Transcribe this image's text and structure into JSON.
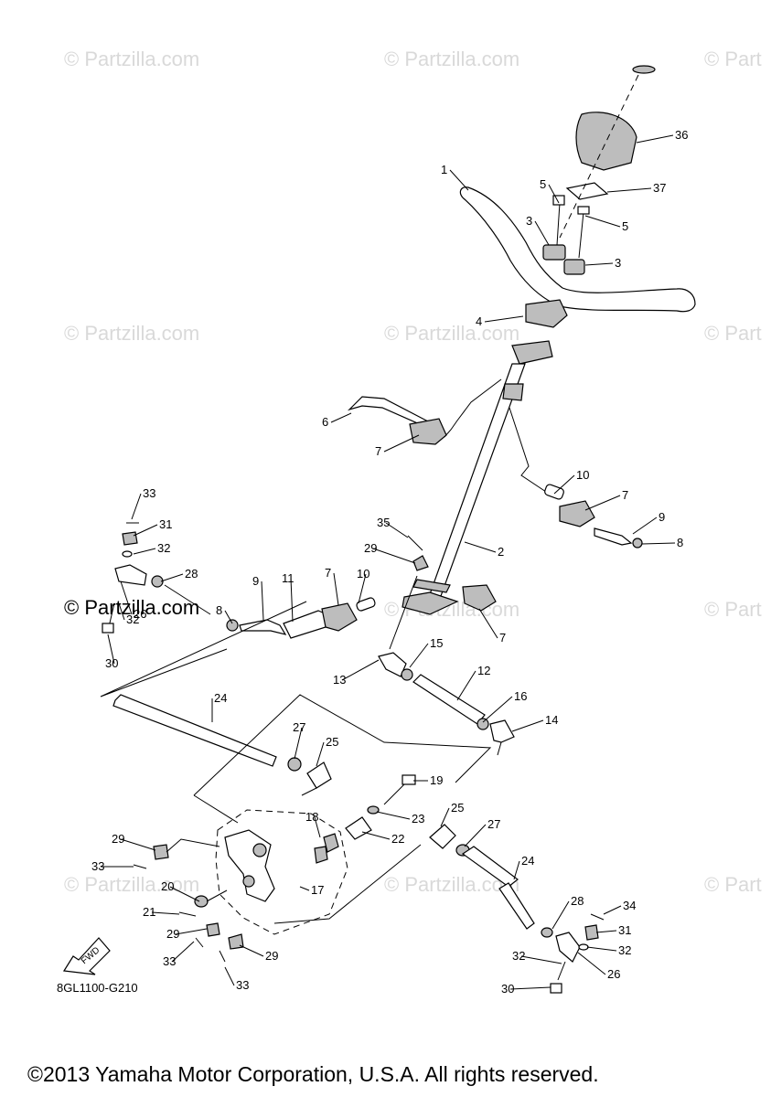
{
  "watermarks": {
    "text": "© Partzilla.com",
    "text_partial": "© Part"
  },
  "diagram_code": "8GL1100-G210",
  "fwd_label": "FWD",
  "copyright": "©2013 Yamaha Motor Corporation, U.S.A. All rights reserved.",
  "callouts": [
    "1",
    "2",
    "3",
    "3",
    "4",
    "5",
    "5",
    "6",
    "7",
    "7",
    "7",
    "7",
    "8",
    "8",
    "9",
    "9",
    "10",
    "10",
    "11",
    "12",
    "13",
    "14",
    "15",
    "16",
    "17",
    "18",
    "19",
    "20",
    "21",
    "22",
    "23",
    "24",
    "24",
    "25",
    "25",
    "26",
    "26",
    "27",
    "27",
    "28",
    "28",
    "29",
    "29",
    "29",
    "29",
    "30",
    "30",
    "31",
    "31",
    "32",
    "32",
    "32",
    "32",
    "33",
    "33",
    "33",
    "33",
    "34",
    "35",
    "36",
    "37"
  ]
}
